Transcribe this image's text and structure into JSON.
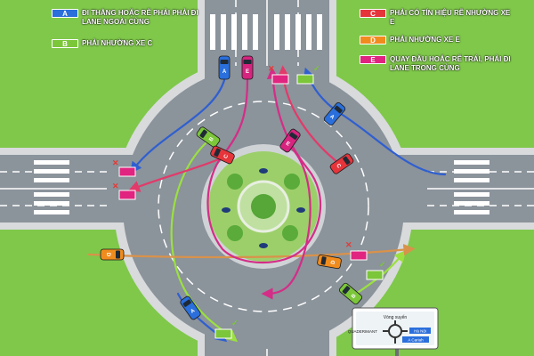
{
  "legend_left": [
    {
      "letter": "A",
      "color": "#2a6fdc",
      "text": "ĐI THẲNG HOẶC RẼ PHẢI PHẢI ĐI LANE NGOÀI CÙNG"
    },
    {
      "letter": "B",
      "color": "#7cc63a",
      "text": "PHẢI NHƯỜNG XE C"
    }
  ],
  "legend_right": [
    {
      "letter": "C",
      "color": "#e5353b",
      "text": "PHẢI CÓ TÍN HIỆU RẼ NHƯỜNG XE E"
    },
    {
      "letter": "D",
      "color": "#f08c1e",
      "text": "PHẢI NHƯỜNG XE E"
    },
    {
      "letter": "E",
      "color": "#e0247f",
      "text": "QUAY ĐẦU HOẶC RẼ TRÁI, PHẢI ĐI LANE TRONG CÙNG"
    }
  ],
  "sign": {
    "top_text": "Vòng xuyến",
    "left_text": "QUADERIMANT",
    "right_text": "Hà Nội",
    "bottom_text": "A Cariah"
  },
  "colors": {
    "grass": "#7fc84a",
    "road": "#8b939b",
    "island": "#9ccf6a",
    "sidewalk": "#d8dadc",
    "path_a": "#2f5fd0",
    "path_b": "#9be040",
    "path_c": "#e23a6a",
    "path_d": "#d9924a",
    "path_e": "#d42d87"
  },
  "cars": [
    {
      "letter": "A",
      "color": "#2a6fdc"
    },
    {
      "letter": "E",
      "color": "#d6247f"
    },
    {
      "letter": "A",
      "color": "#2a6fdc"
    },
    {
      "letter": "B",
      "color": "#7cc63a"
    },
    {
      "letter": "C",
      "color": "#e5353b"
    },
    {
      "letter": "E",
      "color": "#d6247f"
    },
    {
      "letter": "C",
      "color": "#e5353b"
    },
    {
      "letter": "D",
      "color": "#f08c1e"
    },
    {
      "letter": "D",
      "color": "#f08c1e"
    },
    {
      "letter": "B",
      "color": "#7cc63a"
    },
    {
      "letter": "A",
      "color": "#2a6fdc"
    }
  ]
}
